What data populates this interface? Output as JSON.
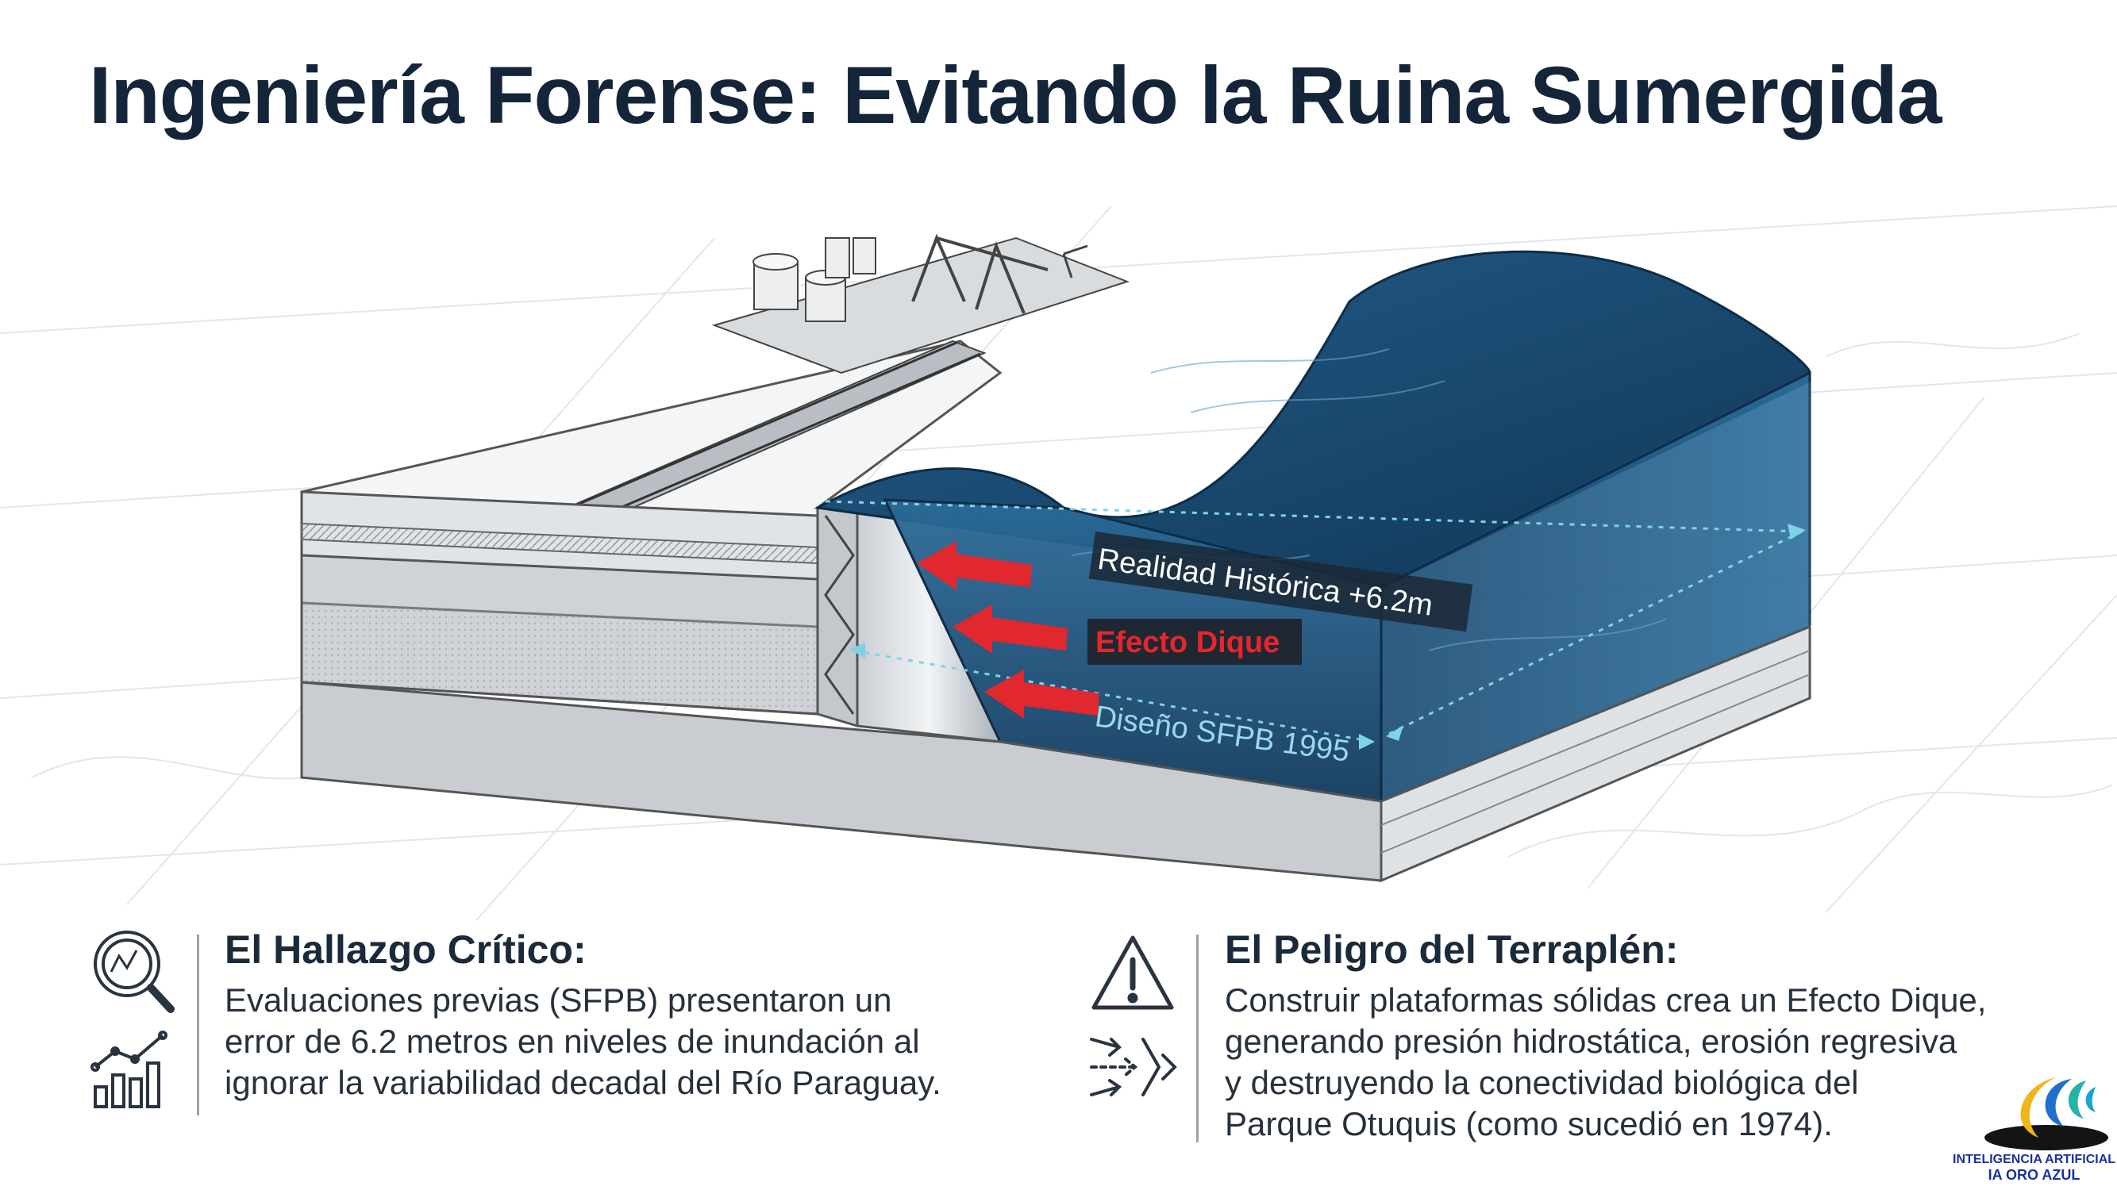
{
  "title": "Ingeniería Forense: Evitando la Ruina Sumergida",
  "diagram": {
    "label_historic": "Realidad Histórica +6.2m",
    "label_dike": "Efecto Dique",
    "label_design": "Diseño SFPB 1995"
  },
  "panel_left": {
    "heading": "El Hallazgo Crítico:",
    "lines": [
      "Evaluaciones previas (SFPB) presentaron un",
      "error de 6.2 metros en niveles de inundación al",
      "ignorar la variabilidad decadal del Río Paraguay."
    ],
    "icons": [
      "magnifier-chart-icon",
      "growth-chart-icon"
    ]
  },
  "panel_right": {
    "heading": "El Peligro del Terraplén:",
    "lines": [
      "Construir plataformas sólidas crea un Efecto Dique,",
      "generando presión hidrostática, erosión regresiva",
      "y destruyendo la conectividad biológica del",
      "Parque Otuquis (como sucedió en 1974)."
    ],
    "icons": [
      "warning-icon",
      "water-flow-icon"
    ]
  },
  "logo": {
    "line1": "INTELIGENCIA ARTIFICIAL",
    "line2": "IA ORO AZUL"
  },
  "colors": {
    "title": "#14253a",
    "water": "#1c4f7a",
    "dike_label": "#c8202a",
    "arrow": "#e0282e",
    "dashed": "#7fd3e6",
    "logo_text": "#1a2fa0"
  }
}
